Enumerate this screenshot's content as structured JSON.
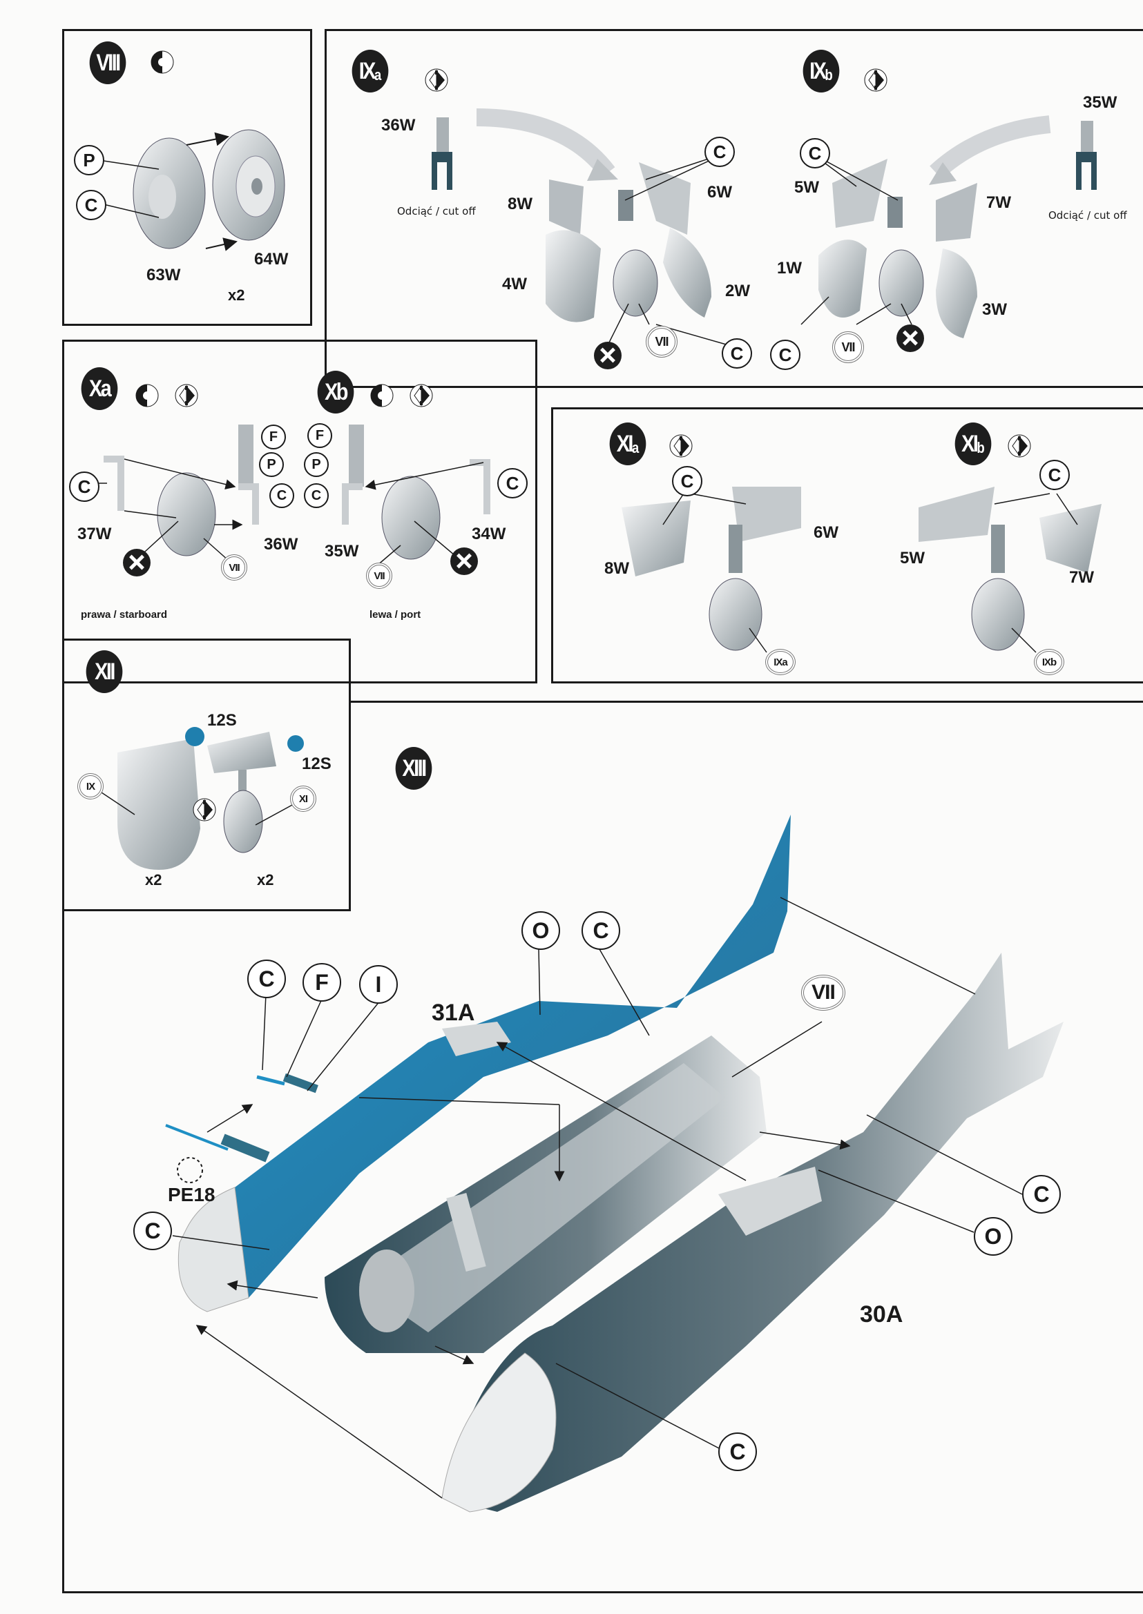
{
  "colors": {
    "ink": "#1a1a1a",
    "accent_blue": "#1f8fc4",
    "steel": "#2f4f5c",
    "part_grey": "#c9cdd0"
  },
  "steps": {
    "viii": {
      "label": "VIII",
      "icons": [
        "glue-icon"
      ],
      "parts": [
        "63W",
        "64W"
      ],
      "refs": [
        "P",
        "C"
      ],
      "qty": "x2"
    },
    "ixa": {
      "label": "IX",
      "sub": "a",
      "icons": [
        "symmetry-icon"
      ],
      "parts": [
        "36W",
        "8W",
        "6W",
        "4W",
        "2W"
      ],
      "refs": [
        "C",
        "C"
      ],
      "cut_note": "Odciąć / cut off",
      "ref_steps": [
        "VII"
      ]
    },
    "ixb": {
      "label": "IX",
      "sub": "b",
      "icons": [
        "symmetry-icon"
      ],
      "parts": [
        "35W",
        "5W",
        "7W",
        "1W",
        "3W"
      ],
      "refs": [
        "C",
        "C"
      ],
      "cut_note": "Odciąć / cut off",
      "ref_steps": [
        "VII"
      ]
    },
    "xa": {
      "label": "Xa",
      "parts": [
        "37W",
        "36W"
      ],
      "refs": [
        "C",
        "F",
        "P",
        "C"
      ],
      "ref_steps": [
        "VII"
      ],
      "side": "prawa / starboard"
    },
    "xb": {
      "label": "Xb",
      "parts": [
        "35W",
        "34W"
      ],
      "refs": [
        "F",
        "P",
        "C",
        "C"
      ],
      "ref_steps": [
        "VII"
      ],
      "side": "lewa / port"
    },
    "xia": {
      "label": "XI",
      "sub": "a",
      "parts": [
        "8W",
        "6W"
      ],
      "refs": [
        "C"
      ],
      "ref_steps": [
        "IXa"
      ]
    },
    "xib": {
      "label": "XI",
      "sub": "b",
      "parts": [
        "5W",
        "7W"
      ],
      "refs": [
        "C"
      ],
      "ref_steps": [
        "IXb"
      ]
    },
    "xii": {
      "label": "XII",
      "parts": [
        "12S",
        "12S"
      ],
      "ref_steps": [
        "IX",
        "XI"
      ],
      "qty": [
        "x2",
        "x2"
      ]
    },
    "xiii": {
      "label": "XIII",
      "parts": [
        "31A",
        "30A",
        "PE18"
      ],
      "refs": [
        "C",
        "F",
        "I",
        "O",
        "C",
        "C",
        "C",
        "O",
        "C"
      ],
      "ref_steps": [
        "VII"
      ]
    }
  }
}
